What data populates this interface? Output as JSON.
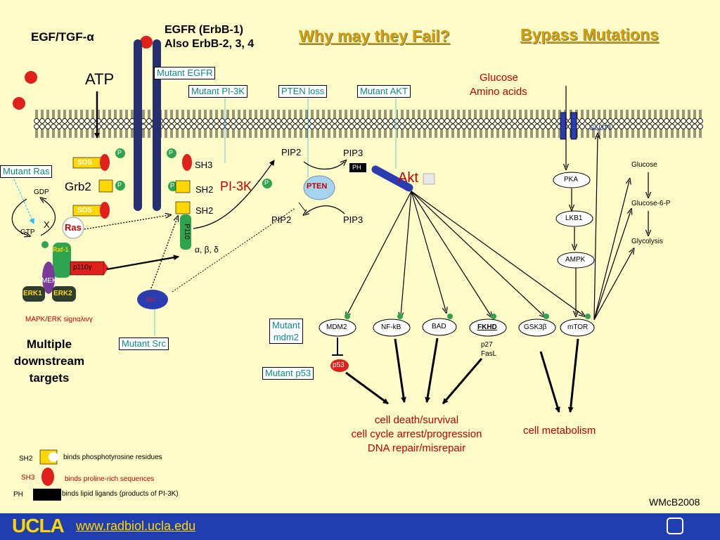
{
  "titles": {
    "why": "Why may they Fail?",
    "bypass": "Bypass Mutations"
  },
  "ligand": {
    "egf": "EGF/TGF-α",
    "atp": "ATP"
  },
  "egfr": {
    "line1": "EGFR (ErbB-1)",
    "line2": "Also ErbB-2, 3, 4"
  },
  "mutant_labels": {
    "egfr": "Mutant EGFR",
    "pi3k": "Mutant PI-3K",
    "pten": "PTEN loss",
    "akt": "Mutant AKT",
    "ras": "Mutant Ras",
    "src": "Mutant Src",
    "mdm2_line1": "Mutant",
    "mdm2_line2": "mdm2",
    "p53": "Mutant p53"
  },
  "nutrients": {
    "line1": "Glucose",
    "line2": "Amino acids"
  },
  "left_pathway": {
    "sos": "SOS",
    "grb2": "Grb2",
    "gdp": "GDP",
    "gtp": "GTP",
    "x": "X",
    "ras": "Ras",
    "raf": "Raf-1",
    "mek": "MEK",
    "erk1": "ERK1",
    "erk2": "ERK2",
    "p": "P",
    "p110g": "p110γ",
    "mapk": "MAPK/ERK signαλινγ",
    "multiple_line1": "Multiple",
    "multiple_line2": "downstream",
    "multiple_line3": "targets"
  },
  "pi3k": {
    "sh3": "SH3",
    "sh2a": "SH2",
    "sh2b": "SH2",
    "label": "PI-3K",
    "p110": "P110",
    "abd": "α, β, δ",
    "src": "Src"
  },
  "pten_area": {
    "pip2_top": "PIP2",
    "pip3_top": "PIP3",
    "pten": "PTEN",
    "pip2_bot": "PIP2",
    "pip3_bot": "PIP3",
    "ph": "PH",
    "akt": "Akt"
  },
  "targets": {
    "mdm2": "MDM2",
    "nfkb": "NF-kB",
    "bad": "BAD",
    "fkhd": "FKHD",
    "gsk3b": "GSK3β",
    "mtor": "mTOR",
    "p53": "p53",
    "p27": "p27",
    "fasl": "FasL"
  },
  "metabolism": {
    "glut1": "GLUT1",
    "pka": "PKA",
    "lkb1": "LKB1",
    "ampk": "AMPK",
    "glucose": "Glucose",
    "g6p": "Glucose-6-P",
    "glycolysis": "Glycolysis"
  },
  "outcomes": {
    "cell_line1": "cell death/survival",
    "cell_line2": "cell cycle arrest/progression",
    "cell_line3": "DNA repair/misrepair",
    "metab": "cell metabolism"
  },
  "legend": {
    "sh2": "SH2",
    "sh2_desc": "binds phosphotyrosine residues",
    "sh3": "SH3",
    "sh3_desc": "binds proline-rich sequences",
    "ph": "PH",
    "ph_desc": "binds lipid ligands (products of PI-3K)"
  },
  "credit": "WMcB2008",
  "footer": {
    "logo": "UCLA",
    "url": "www.radbiol.ucla.edu"
  },
  "colors": {
    "background": "#fdfbc8",
    "receptor": "#27306e",
    "ligand_red": "#e0201a",
    "teal": "#0a8a8a",
    "footer_blue": "#1f3fb0"
  }
}
